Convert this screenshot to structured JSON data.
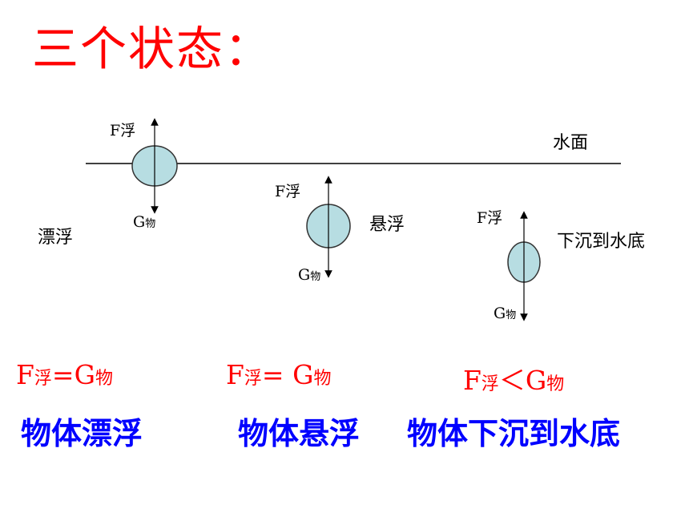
{
  "title": "三个状态：",
  "water_surface_label": "水面",
  "force_main": "F",
  "force_sub": "浮",
  "weight_main": "G",
  "weight_sub": "物",
  "states": [
    {
      "label": "漂浮",
      "relation": "=",
      "description": "物体漂浮"
    },
    {
      "label": "悬浮",
      "relation": "= ",
      "description": "物体悬浮"
    },
    {
      "label": "下沉到水底",
      "relation": "＜",
      "description": "物体下沉到水底"
    }
  ],
  "colors": {
    "ball_fill": "#b7dde2",
    "ball_stroke": "#333333",
    "title": "#ff0000",
    "equation": "#ff0000",
    "description": "#0000ff"
  }
}
